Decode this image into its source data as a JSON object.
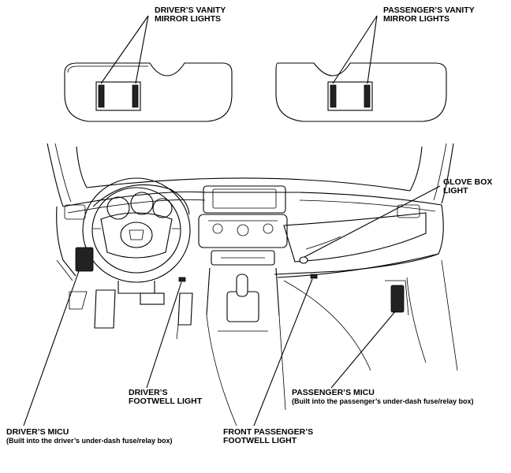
{
  "labels": {
    "drivers_vanity": [
      "DRIVER’S VANITY",
      "MIRROR LIGHTS"
    ],
    "passengers_vanity": [
      "PASSENGER’S VANITY",
      "MIRROR LIGHTS"
    ],
    "glove_box": [
      "GLOVE BOX",
      "LIGHT"
    ],
    "drivers_footwell": [
      "DRIVER’S",
      "FOOTWELL LIGHT"
    ],
    "passengers_micu": [
      "PASSENGER’S MICU",
      "(Built into the passenger’s under-dash fuse/relay box)"
    ],
    "drivers_micu": [
      "DRIVER’S MICU",
      "(Built into the driver’s under-dash fuse/relay box)"
    ],
    "front_passenger_footwell": [
      "FRONT PASSENGER’S",
      "FOOTWELL LIGHT"
    ]
  },
  "colors": {
    "line": "#000000",
    "background": "#ffffff",
    "component_fill": "#222222"
  }
}
